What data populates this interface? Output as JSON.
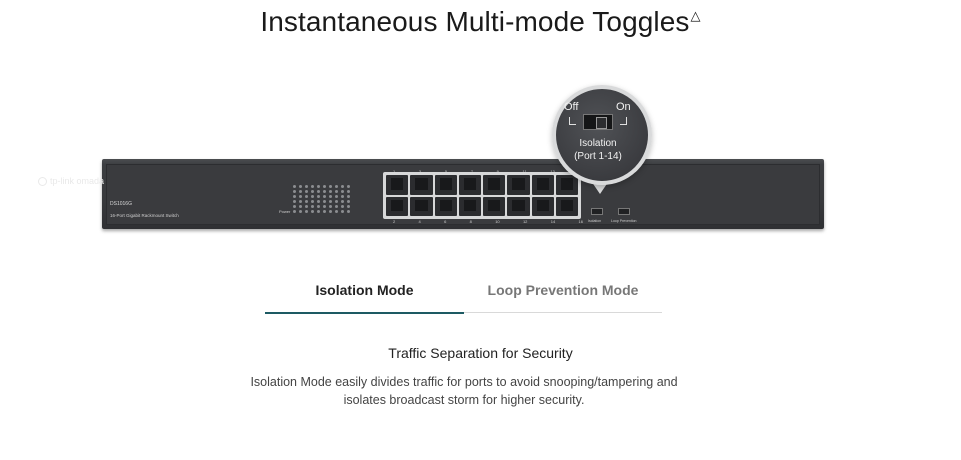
{
  "header": {
    "title": "Instantaneous Multi-mode Toggles",
    "title_mark": "△"
  },
  "device": {
    "brand": "tp-link omada",
    "model": "DS1016G",
    "model_desc": "16-Port Gigabit Rackmount Switch",
    "power_label": "Power",
    "port_numbers_top": [
      "1",
      "3",
      "5",
      "7",
      "9",
      "11",
      "13",
      "15"
    ],
    "port_numbers_bottom": [
      "2",
      "4",
      "6",
      "8",
      "10",
      "12",
      "14",
      "16"
    ],
    "toggle_labels": [
      "Isolation",
      "Loop Prevention"
    ]
  },
  "magnifier": {
    "off": "Off",
    "on": "On",
    "label_line1": "Isolation",
    "label_line2": "(Port 1-14)"
  },
  "tabs": [
    {
      "label": "Isolation Mode",
      "active": true
    },
    {
      "label": "Loop Prevention Mode",
      "active": false
    }
  ],
  "content": {
    "subtitle": "Traffic Separation for Security",
    "desc_line1": "Isolation Mode easily divides traffic for ports to avoid snooping/tampering and",
    "desc_line2": "isolates broadcast storm for higher security."
  },
  "colors": {
    "active_tab_underline": "#1d5a63",
    "switch_body": "#3a3b3e"
  }
}
